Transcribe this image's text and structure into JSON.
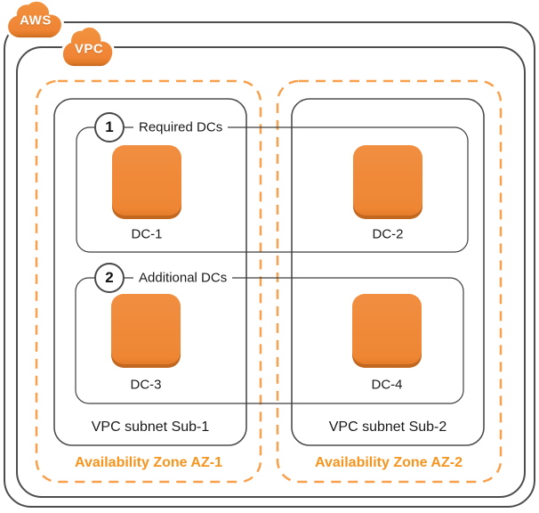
{
  "clouds": {
    "aws": "AWS",
    "vpc": "VPC"
  },
  "availability_zones": [
    {
      "label": "Availability Zone AZ-1"
    },
    {
      "label": "Availability Zone AZ-2"
    }
  ],
  "subnets": [
    {
      "label": "VPC subnet Sub-1"
    },
    {
      "label": "VPC subnet Sub-2"
    }
  ],
  "annotations": [
    {
      "number": "1",
      "label": "Required DCs"
    },
    {
      "number": "2",
      "label": "Additional DCs"
    }
  ],
  "nodes": [
    {
      "label": "DC-1"
    },
    {
      "label": "DC-2"
    },
    {
      "label": "DC-3"
    },
    {
      "label": "DC-4"
    }
  ],
  "colors": {
    "node_orange": "#EF8735",
    "node_shadow": "#C1671F",
    "cloud_orange": "#EF8435",
    "az_dash_orange": "#F9A04D",
    "az_label_orange": "#F7941E",
    "border_dark": "#4D4D4D"
  }
}
